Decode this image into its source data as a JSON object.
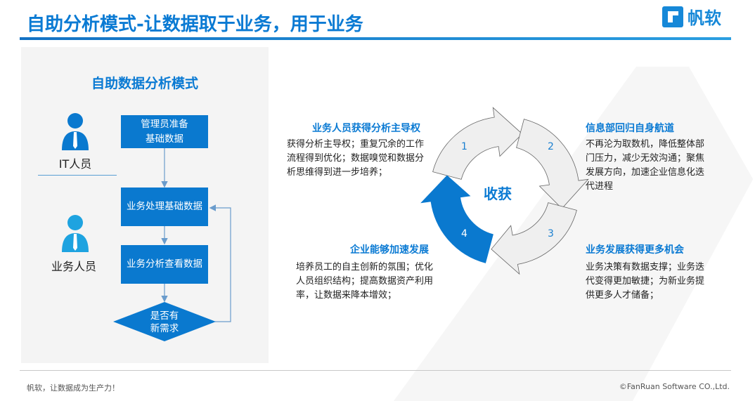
{
  "header": {
    "title": "自助分析模式-让数据取于业务，用于业务",
    "logo_text": "帆软"
  },
  "left_panel": {
    "title": "自助数据分析模式",
    "roles": [
      {
        "label": "IT人员",
        "icon": "it-person-icon",
        "color": "#0a79cf"
      },
      {
        "label": "业务人员",
        "icon": "business-person-icon",
        "color": "#1ea3e0"
      }
    ],
    "flow": {
      "step1": "管理员准备\n基础数据",
      "step2": "业务处理基础数据",
      "step3": "业务分析查看数据",
      "decision": "是否有\n新需求"
    }
  },
  "cycle": {
    "center": "收获",
    "numbers": [
      "1",
      "2",
      "3",
      "4"
    ],
    "colors": {
      "gray": "#efefef",
      "blue": "#0a79cf"
    }
  },
  "benefits": [
    {
      "title": "业务人员获得分析主导权",
      "text": "获得分析主导权；重复冗余的工作流程得到优化；数据嗅觉和数据分析思维得到进一步培养；"
    },
    {
      "title": "信息部回归自身航道",
      "text": "不再沦为取数机，降低整体部门压力，减少无效沟通；聚焦发展方向，加速企业信息化迭代进程"
    },
    {
      "title": "企业能够加速发展",
      "text": "培养员工的自主创新的氛围；优化人员组织结构；提高数据资产利用率，让数据来降本增效；"
    },
    {
      "title": "业务发展获得更多机会",
      "text": "业务决策有数据支撑；业务迭代变得更加敏捷；为新业务提供更多人才储备；"
    }
  ],
  "footer": {
    "left": "帆软，让数据成为生产力！",
    "right": "©FanRuan  Software CO.,Ltd."
  }
}
